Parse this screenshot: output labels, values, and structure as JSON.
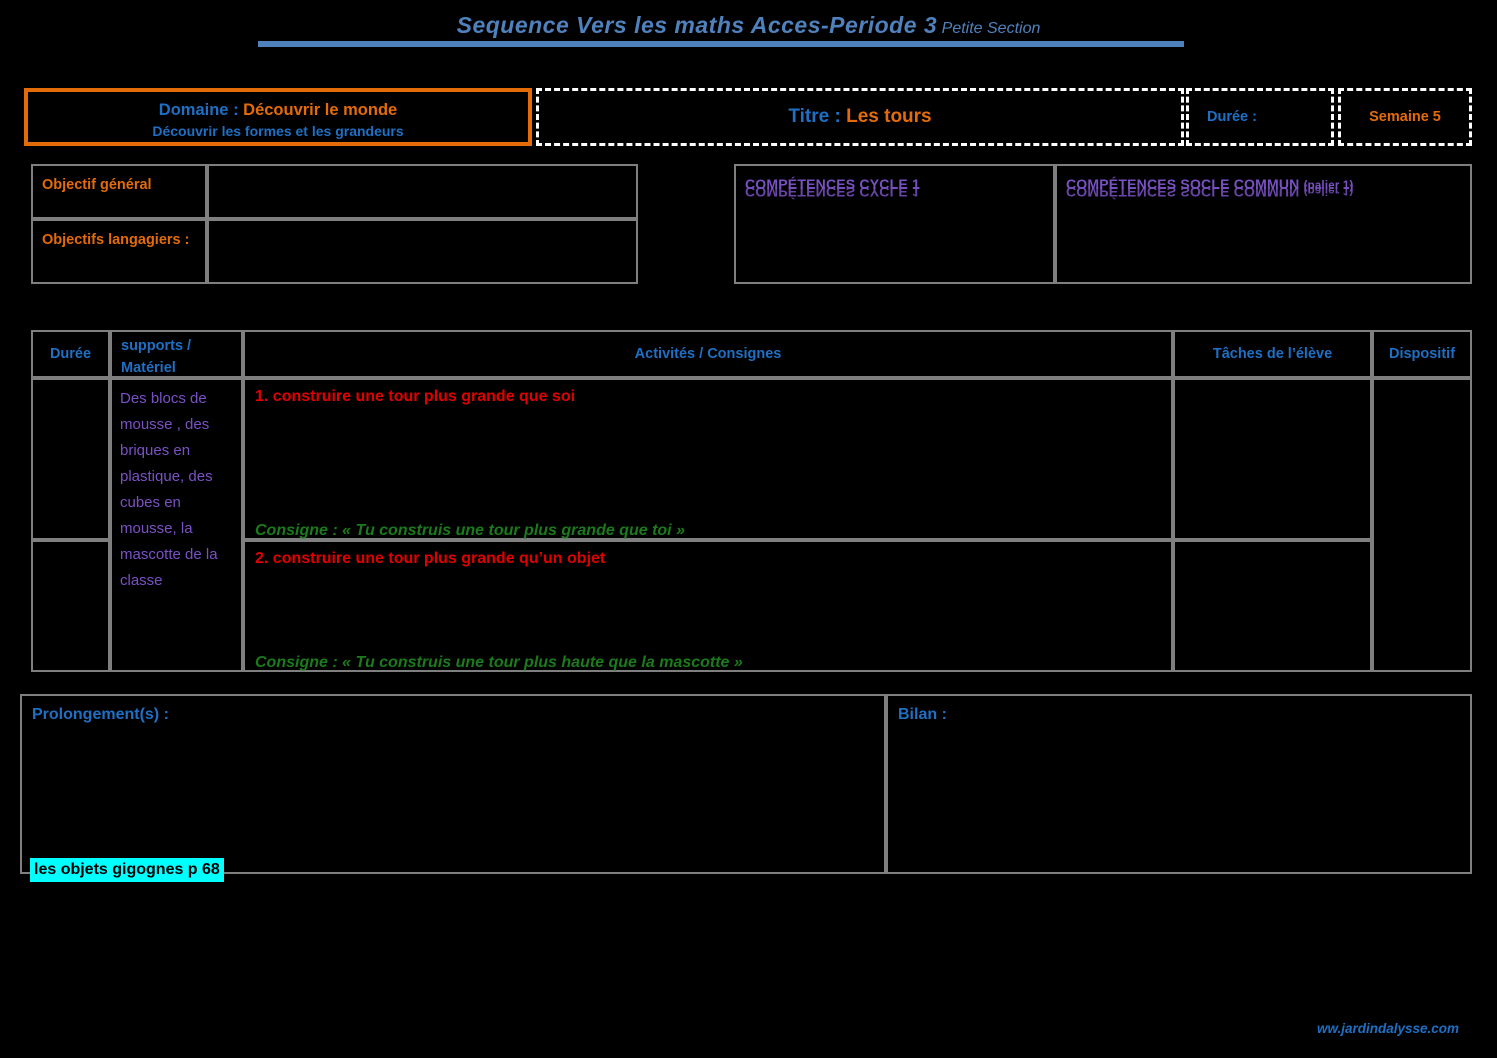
{
  "header": {
    "title_main": "Sequence  Vers les maths Acces-Periode 3",
    "title_sub": "Petite Section"
  },
  "domaine": {
    "label": "Domaine :",
    "value": "Découvrir le monde",
    "subtitle": "Découvrir les formes et les grandeurs"
  },
  "titre": {
    "label": "Titre :",
    "value": "Les tours"
  },
  "duree": {
    "label": "Durée :",
    "value": ""
  },
  "semaine": {
    "value": "Semaine 5"
  },
  "objectifs": {
    "general_label": "Objectif général",
    "general_value": "",
    "langagiers_label": "Objectifs langagiers :",
    "langagiers_value": ""
  },
  "competences": {
    "cycle_title": "COMPÉTENCES CYCLE 1",
    "cycle_body": "",
    "socle_title": "COMPÉTENCES SOCLE COMMUN",
    "socle_title_small": "(palier 1)",
    "socle_body": ""
  },
  "table": {
    "headers": {
      "duree": "Durée",
      "supports": "supports / Matériel",
      "activites": "Activités / Consignes",
      "taches": "Tâches de l’élève",
      "dispositif": "Dispositif"
    },
    "supports_value": "Des blocs de mousse , des briques en plastique, des cubes en mousse, la mascotte de la classe",
    "rows": [
      {
        "duree": "",
        "activity_title": "1. construire une tour plus grande que soi",
        "consigne": "Consigne : « Tu construis une tour plus grande que toi »",
        "tache": ""
      },
      {
        "duree": "",
        "activity_title": "2. construire une tour plus grande qu’un objet",
        "consigne": "Consigne : « Tu construis une tour plus haute que la mascotte »",
        "tache": ""
      }
    ],
    "dispositif_value": ""
  },
  "bottom": {
    "prolongement_label": "Prolongement(s) :",
    "prolongement_note": "les objets gigognes p 68",
    "bilan_label": "Bilan :",
    "bilan_value": ""
  },
  "footer": {
    "url": "ww.jardindalysse.com"
  },
  "colors": {
    "blue": "#1f6fc4",
    "orange": "#e36c09",
    "purple": "#7a51c4",
    "red": "#e00000",
    "green": "#1b7a1b",
    "highlight": "#00ffff",
    "grid": "#7f7f7f",
    "title_blue": "#4f81bd"
  }
}
